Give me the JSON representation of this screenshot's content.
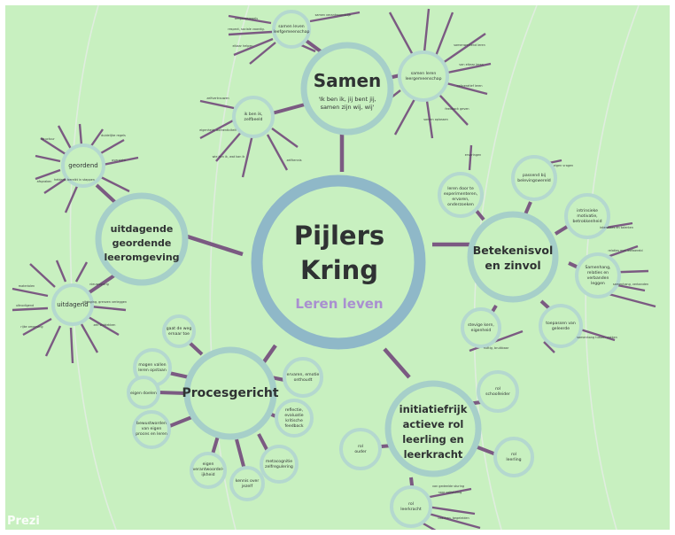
{
  "center": {
    "title_line1": "Pijlers",
    "title_line2": "Kring",
    "subtitle": "Leren leven"
  },
  "pillars": {
    "samen": {
      "title": "Samen",
      "quote1": "'Ik ben ik, jij bent jij,",
      "quote2": "samen zijn wij, wij'"
    },
    "betekenisvol": {
      "line1": "Betekenisvol",
      "line2": "en zinvol"
    },
    "initiatief": {
      "line1": "initiatiefrijk",
      "line2": "actieve rol",
      "line3": "leerling en",
      "line4": "leerkracht"
    },
    "proces": {
      "title": "Procesgericht"
    },
    "uitdagend": {
      "line1": "uitdagende",
      "line2": "geordende",
      "line3": "leeromgeving"
    }
  },
  "subnodes": {
    "samen_leven": [
      "samen leven",
      "leefgemeenschap"
    ],
    "samen_leren": [
      "samen leren",
      "leergemeenschap"
    ],
    "ik_ben_ik": [
      "ik ben ik,",
      "zelfbeeld"
    ],
    "geordend": [
      "geordend"
    ],
    "uitdagend_small": [
      "uitdagend"
    ],
    "leren_door_te": [
      "leren door te",
      "experimenteren,",
      "ervaren,",
      "onderzoeken"
    ],
    "passend": [
      "passend bij",
      "belevingswereld"
    ],
    "intrinsieke": [
      "intrinsieke",
      "motivatie,",
      "betrokkenheid"
    ],
    "samenhang": [
      "Samenhang,",
      "relaties en",
      "verbanden",
      "leggen"
    ],
    "toepassen": [
      "toepassen van",
      "geleerde"
    ],
    "stevige": [
      "stevige kern,",
      "eigenheid"
    ],
    "gaat_weg": [
      "gaat de weg",
      "ernaar toe"
    ],
    "mogen_vallen": [
      "mogen vallen",
      "leren opstaan"
    ],
    "eigen_doelen": [
      "eigen doelen"
    ],
    "bewustworden": [
      "bewustworden",
      "van eigen",
      "proces en leren"
    ],
    "eigen_verant": [
      "eigen",
      "verantwoordel-",
      "ijkheid"
    ],
    "kennis_over": [
      "kennis over",
      "jezelf"
    ],
    "metacognitie": [
      "metacognitie",
      "zelfregulering"
    ],
    "reflectie": [
      "reflectie,",
      "evaluatie",
      "kritische",
      "feedback"
    ],
    "ervaren_emotie": [
      "ervaren, emotie",
      "onthoudt"
    ],
    "rol_schoolleider": [
      "rol",
      "schoolleider"
    ],
    "rol_ouder": [
      "rol",
      "ouder"
    ],
    "rol_leerling": [
      "rol",
      "leerling"
    ],
    "rol_leerkracht": [
      "rol",
      "leerkracht"
    ]
  },
  "leaf_labels": {
    "samen_leven": [
      "omgangsregels",
      "respect, sociale vaardig.",
      "elkaar helpen"
    ],
    "samen_leven_r": [
      "samen verantwoordelijk"
    ],
    "samen_leren_r": [
      "samenwerkend leren",
      "van elkaar leren",
      "coöperatief leren",
      "feedback geven",
      "samen oplossen"
    ],
    "ik_ben_ik_r": [
      "zelfvertrouwen",
      "eigenheid, authenticiteit",
      "wie ben ik, wat kan ik",
      "zelfkennis"
    ],
    "geordend": [
      "structuur",
      "duidelijke regels",
      "overzicht",
      "afspraken",
      "heldere, bereikt in stappen"
    ],
    "uitdagend": [
      "materialen",
      "uitnodigend",
      "rijke omgeving",
      "nieuwsgierig",
      "uitdaging, grenzen verleggen",
      "zelf ontdekken"
    ],
    "betekenis": [
      "ervaringen",
      "eigen vragen",
      "interesses en talenten",
      "relaties met leefwereld",
      "samenhang, verbanden",
      "samenhang tussen vakken",
      "nuttig, bruikbaar"
    ],
    "leerkracht": [
      "van gedeelde sturing",
      "naar zelfsturing",
      "coachen, begeleiden"
    ]
  },
  "branding": {
    "watermark": "Prezi"
  },
  "colors": {
    "background": "#c8f0c0",
    "ring_center": "#8fb8c8",
    "ring_pillar": "#a6cfc9",
    "ring_sub": "#b4d8cf",
    "connector": "#7b5a82",
    "subtitle": "#a98fd0",
    "text": "#2f3233"
  }
}
